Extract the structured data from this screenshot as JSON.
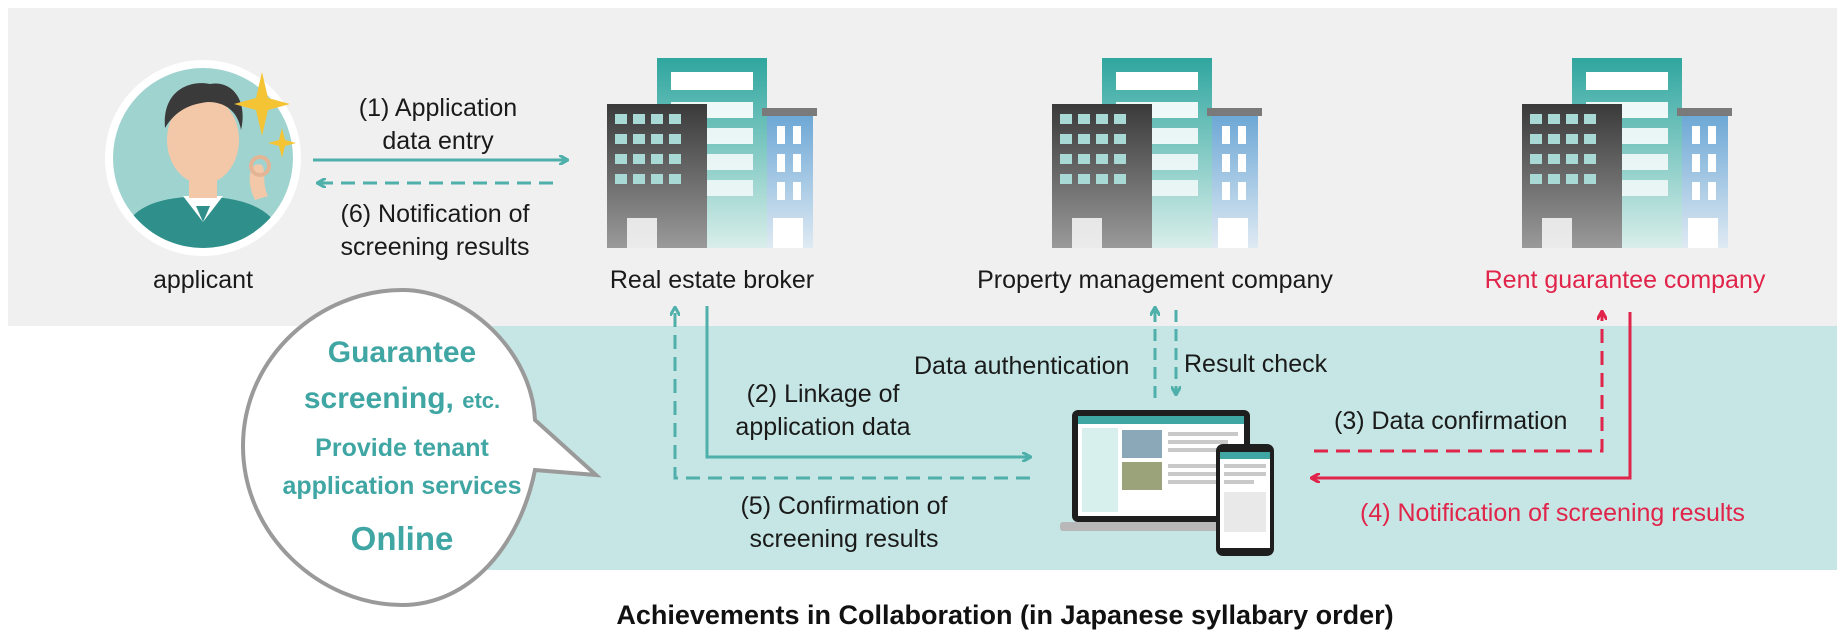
{
  "colors": {
    "band_top": "#f0f0f0",
    "band_bottom": "#c5e6e4",
    "teal_arrow": "#4fb0ab",
    "red_arrow": "#e0244a",
    "bubble_text": "#3fa6a3"
  },
  "actors": {
    "applicant": "applicant",
    "broker": "Real estate broker",
    "property_mgmt": "Property management company",
    "rent_guarantee": "Rent guarantee company"
  },
  "flows": {
    "f1_line1": "(1) Application",
    "f1_line2": "data entry",
    "f6_line1": "(6) Notification of",
    "f6_line2": "screening results",
    "f2_line1": "(2) Linkage of",
    "f2_line2": "application data",
    "data_auth": "Data authentication",
    "result_check": "Result check",
    "f3": "(3) Data confirmation",
    "f4": "(4) Notification of screening results",
    "f5_line1": "(5) Confirmation of",
    "f5_line2": "screening results"
  },
  "bubble": {
    "line1": "Guarantee",
    "line2": "screening,",
    "line2_suffix": "etc.",
    "line3": "Provide tenant",
    "line4": "application services",
    "line5": "Online"
  },
  "footer": {
    "caption": "Achievements in Collaboration (in Japanese syllabary order)"
  }
}
